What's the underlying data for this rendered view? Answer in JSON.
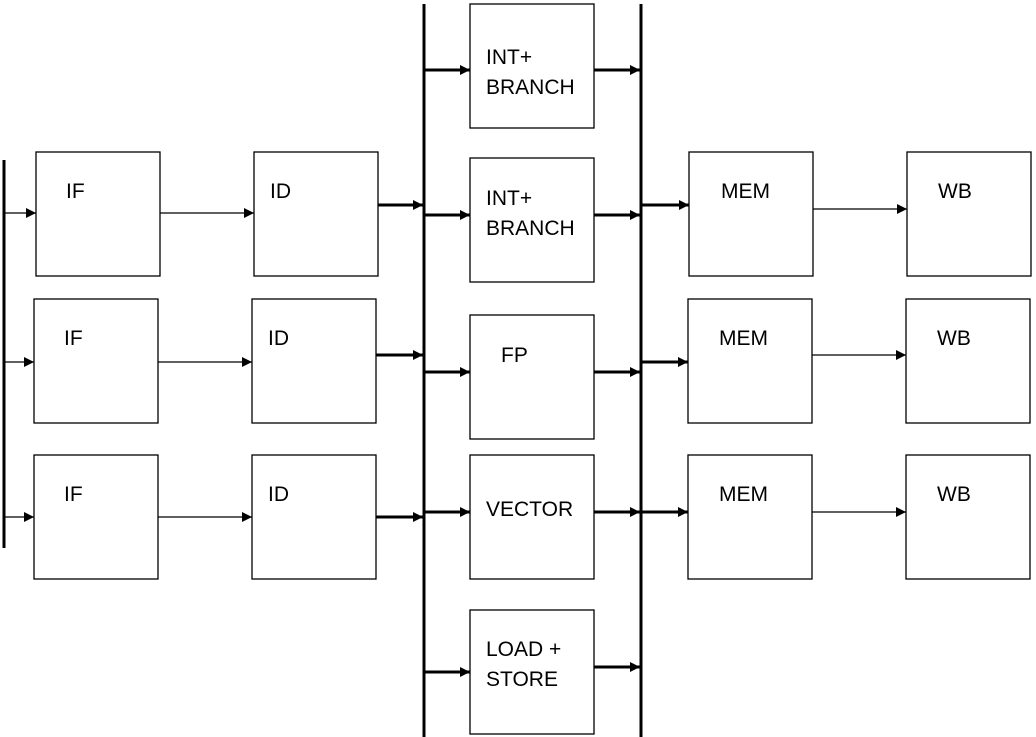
{
  "stages": {
    "if": "IF",
    "id": "ID",
    "mem": "MEM",
    "wb": "WB"
  },
  "units": {
    "int_branch_1": [
      "INT+",
      "BRANCH"
    ],
    "int_branch_2": [
      "INT+",
      "BRANCH"
    ],
    "fp": [
      "FP"
    ],
    "vector": [
      "VECTOR"
    ],
    "load_store": [
      "LOAD +",
      "STORE"
    ]
  }
}
